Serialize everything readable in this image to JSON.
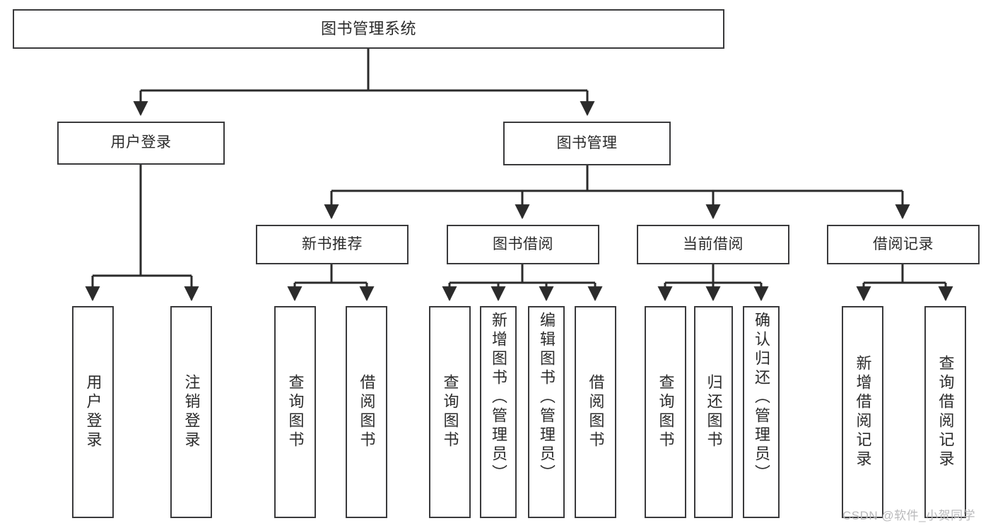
{
  "diagram": {
    "title": "图书管理系统",
    "type": "hierarchy-tree",
    "background_color": "#ffffff",
    "box_border_color": "#3a3a3c",
    "text_color": "#2b2b2b",
    "connector_color": "#2b2b2b",
    "watermark": "CSDN @软件_小贺同学",
    "levels": [
      {
        "level": 0,
        "nodes": [
          {
            "id": "root",
            "label": "图书管理系统"
          }
        ]
      },
      {
        "level": 1,
        "nodes": [
          {
            "id": "l1-0",
            "label": "用户登录",
            "parent": "root"
          },
          {
            "id": "l1-1",
            "label": "图书管理",
            "parent": "root"
          }
        ]
      },
      {
        "level": 2,
        "nodes": [
          {
            "id": "l2-0",
            "label": "新书推荐",
            "parent": "l1-1"
          },
          {
            "id": "l2-1",
            "label": "图书借阅",
            "parent": "l1-1"
          },
          {
            "id": "l2-2",
            "label": "当前借阅",
            "parent": "l1-1"
          },
          {
            "id": "l2-3",
            "label": "借阅记录",
            "parent": "l1-1"
          }
        ]
      },
      {
        "level": 3,
        "nodes": [
          {
            "id": "leaf-0",
            "label": "用户登录",
            "parent": "l1-0"
          },
          {
            "id": "leaf-1",
            "label": "注销登录",
            "parent": "l1-0"
          },
          {
            "id": "leaf-2",
            "label": "查询图书",
            "parent": "l2-0"
          },
          {
            "id": "leaf-3",
            "label": "借阅图书",
            "parent": "l2-0"
          },
          {
            "id": "leaf-4",
            "label": "查询图书",
            "parent": "l2-1"
          },
          {
            "id": "leaf-5",
            "label": "新增图书（管理员）",
            "parent": "l2-1"
          },
          {
            "id": "leaf-6",
            "label": "编辑图书（管理员）",
            "parent": "l2-1"
          },
          {
            "id": "leaf-7",
            "label": "借阅图书",
            "parent": "l2-1"
          },
          {
            "id": "leaf-8",
            "label": "查询图书",
            "parent": "l2-2"
          },
          {
            "id": "leaf-9",
            "label": "归还图书",
            "parent": "l2-2"
          },
          {
            "id": "leaf-10",
            "label": "确认归还（管理员）",
            "parent": "l2-2"
          },
          {
            "id": "leaf-11",
            "label": "新增借阅记录",
            "parent": "l2-3"
          },
          {
            "id": "leaf-12",
            "label": "查询借阅记录",
            "parent": "l2-3"
          }
        ]
      }
    ]
  }
}
